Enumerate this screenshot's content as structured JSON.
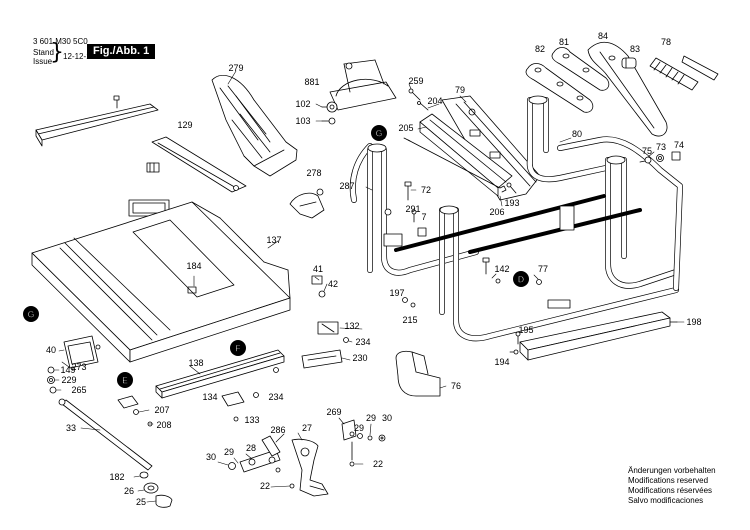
{
  "header": {
    "doc_number": "3 601 M30 5C0",
    "stand_label": "Stand",
    "issue_label": "Issue",
    "date": "12-12-13",
    "figure": "Fig./Abb. 1"
  },
  "notes": [
    "Änderungen vorbehalten",
    "Modifications reserved",
    "Modifications réservées",
    "Salvo modificaciones"
  ],
  "callouts": [
    {
      "id": "g1",
      "text": "G"
    },
    {
      "id": "g2",
      "text": "G"
    },
    {
      "id": "d",
      "text": "D"
    },
    {
      "id": "e",
      "text": "E"
    },
    {
      "id": "f",
      "text": "F"
    }
  ],
  "parts": [
    {
      "id": "p279",
      "text": "279"
    },
    {
      "id": "p881",
      "text": "881"
    },
    {
      "id": "p102",
      "text": "102"
    },
    {
      "id": "p103",
      "text": "103"
    },
    {
      "id": "p259",
      "text": "259"
    },
    {
      "id": "p79",
      "text": "79"
    },
    {
      "id": "p204",
      "text": "204"
    },
    {
      "id": "p205",
      "text": "205"
    },
    {
      "id": "p82",
      "text": "82"
    },
    {
      "id": "p81",
      "text": "81"
    },
    {
      "id": "p84",
      "text": "84"
    },
    {
      "id": "p83",
      "text": "83"
    },
    {
      "id": "p78",
      "text": "78"
    },
    {
      "id": "p80",
      "text": "80"
    },
    {
      "id": "p75",
      "text": "75"
    },
    {
      "id": "p73",
      "text": "73"
    },
    {
      "id": "p74",
      "text": "74"
    },
    {
      "id": "p129",
      "text": "129"
    },
    {
      "id": "p137",
      "text": "137"
    },
    {
      "id": "p278",
      "text": "278"
    },
    {
      "id": "p287",
      "text": "287"
    },
    {
      "id": "p72",
      "text": "72"
    },
    {
      "id": "p291",
      "text": "291"
    },
    {
      "id": "p7",
      "text": "7"
    },
    {
      "id": "p193",
      "text": "193"
    },
    {
      "id": "p206",
      "text": "206"
    },
    {
      "id": "p184",
      "text": "184"
    },
    {
      "id": "p41",
      "text": "41"
    },
    {
      "id": "p42",
      "text": "42"
    },
    {
      "id": "p142",
      "text": "142"
    },
    {
      "id": "p77",
      "text": "77"
    },
    {
      "id": "p197",
      "text": "197"
    },
    {
      "id": "p215",
      "text": "215"
    },
    {
      "id": "p132",
      "text": "132"
    },
    {
      "id": "p234a",
      "text": "234"
    },
    {
      "id": "p230",
      "text": "230"
    },
    {
      "id": "p198",
      "text": "198"
    },
    {
      "id": "p195",
      "text": "195"
    },
    {
      "id": "p194",
      "text": "194"
    },
    {
      "id": "p40",
      "text": "40"
    },
    {
      "id": "p273",
      "text": "273"
    },
    {
      "id": "p138",
      "text": "138"
    },
    {
      "id": "p149",
      "text": "149"
    },
    {
      "id": "p229",
      "text": "229"
    },
    {
      "id": "p265",
      "text": "265"
    },
    {
      "id": "p76",
      "text": "76"
    },
    {
      "id": "p134",
      "text": "134"
    },
    {
      "id": "p234b",
      "text": "234"
    },
    {
      "id": "p207",
      "text": "207"
    },
    {
      "id": "p133",
      "text": "133"
    },
    {
      "id": "p208",
      "text": "208"
    },
    {
      "id": "p269",
      "text": "269"
    },
    {
      "id": "p29a",
      "text": "29"
    },
    {
      "id": "p30a",
      "text": "30"
    },
    {
      "id": "p33",
      "text": "33"
    },
    {
      "id": "p286",
      "text": "286"
    },
    {
      "id": "p28",
      "text": "28"
    },
    {
      "id": "p27",
      "text": "27"
    },
    {
      "id": "p29b",
      "text": "29"
    },
    {
      "id": "p22a",
      "text": "22"
    },
    {
      "id": "p30b",
      "text": "30"
    },
    {
      "id": "p29c",
      "text": "29"
    },
    {
      "id": "p182",
      "text": "182"
    },
    {
      "id": "p26",
      "text": "26"
    },
    {
      "id": "p25",
      "text": "25"
    },
    {
      "id": "p22b",
      "text": "22"
    }
  ]
}
